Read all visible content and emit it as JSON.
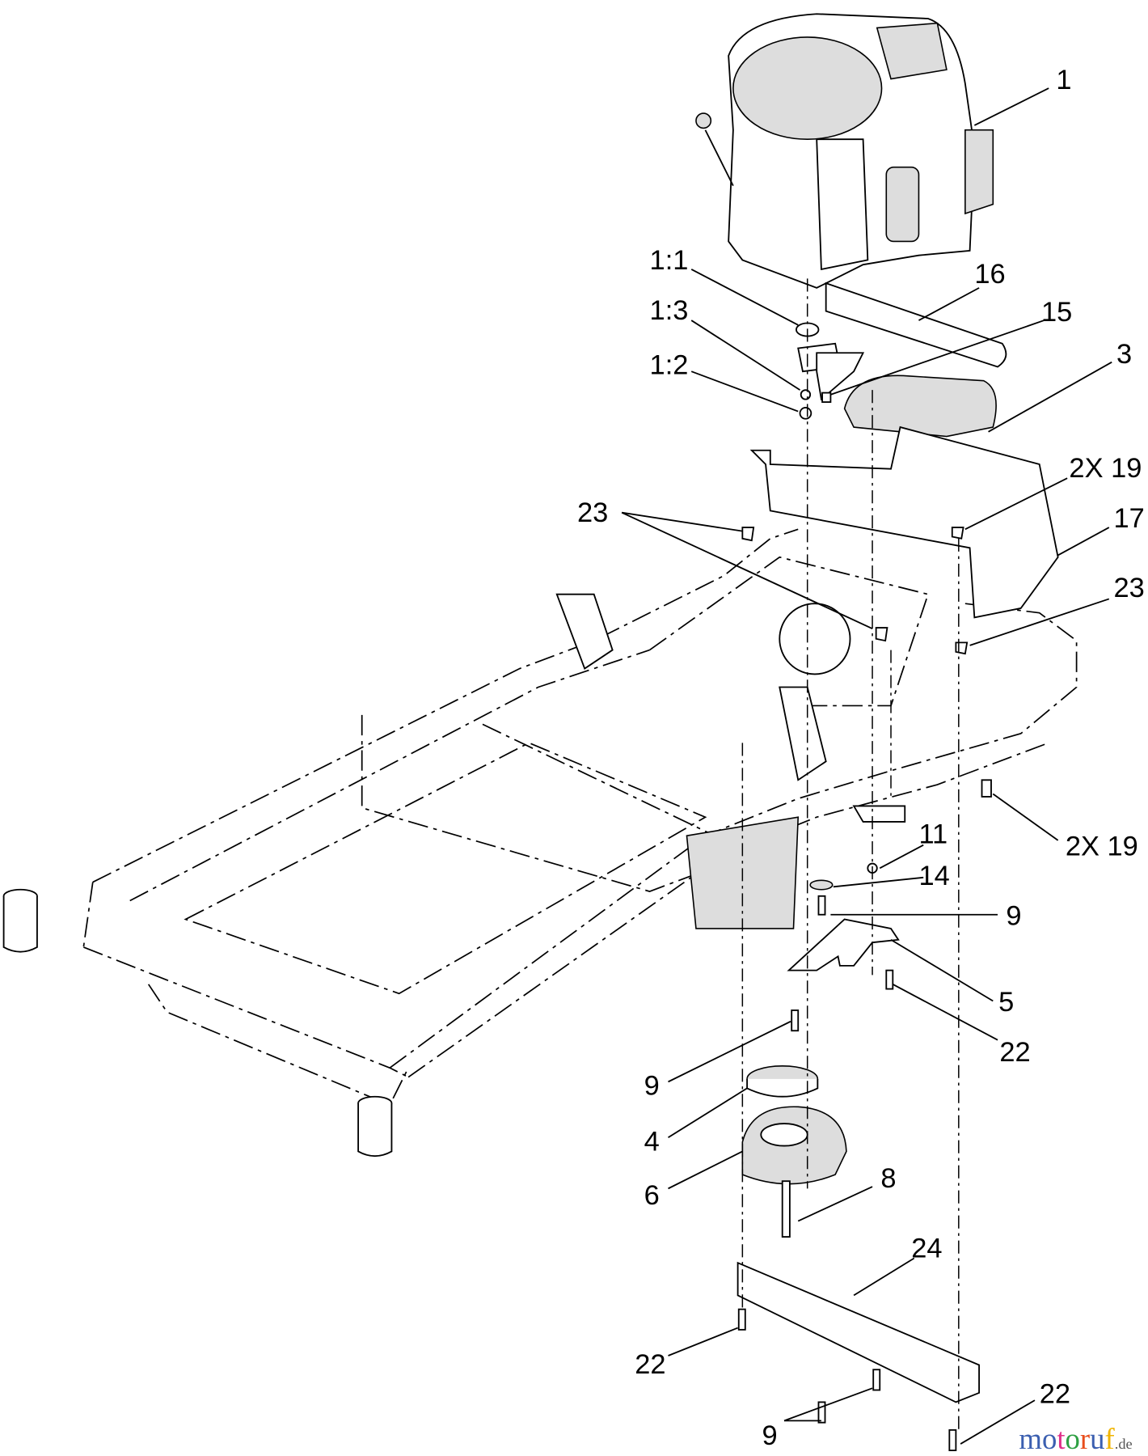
{
  "callouts": {
    "c1": "1",
    "c16": "16",
    "c1_1": "1:1",
    "c15": "15",
    "c1_3": "1:3",
    "c3": "3",
    "c1_2": "1:2",
    "c2x19_top": "2X 19",
    "c17": "17",
    "c23_left": "23",
    "c23_right": "23",
    "c2x19_bottom": "2X 19",
    "c11": "11",
    "c14": "14",
    "c9_a": "9",
    "c5": "5",
    "c22_a": "22",
    "c9_b": "9",
    "c4": "4",
    "c6": "6",
    "c8": "8",
    "c24": "24",
    "c22_b": "22",
    "c9_c": "9",
    "c22_c": "22"
  },
  "watermark": {
    "brand": "motoruf",
    "suffix": ".de",
    "letter_colors": [
      "#3b5fb0",
      "#3b5fb0",
      "#e0308a",
      "#2ea043",
      "#e84d1c",
      "#3b5fb0",
      "#f0b400"
    ]
  }
}
